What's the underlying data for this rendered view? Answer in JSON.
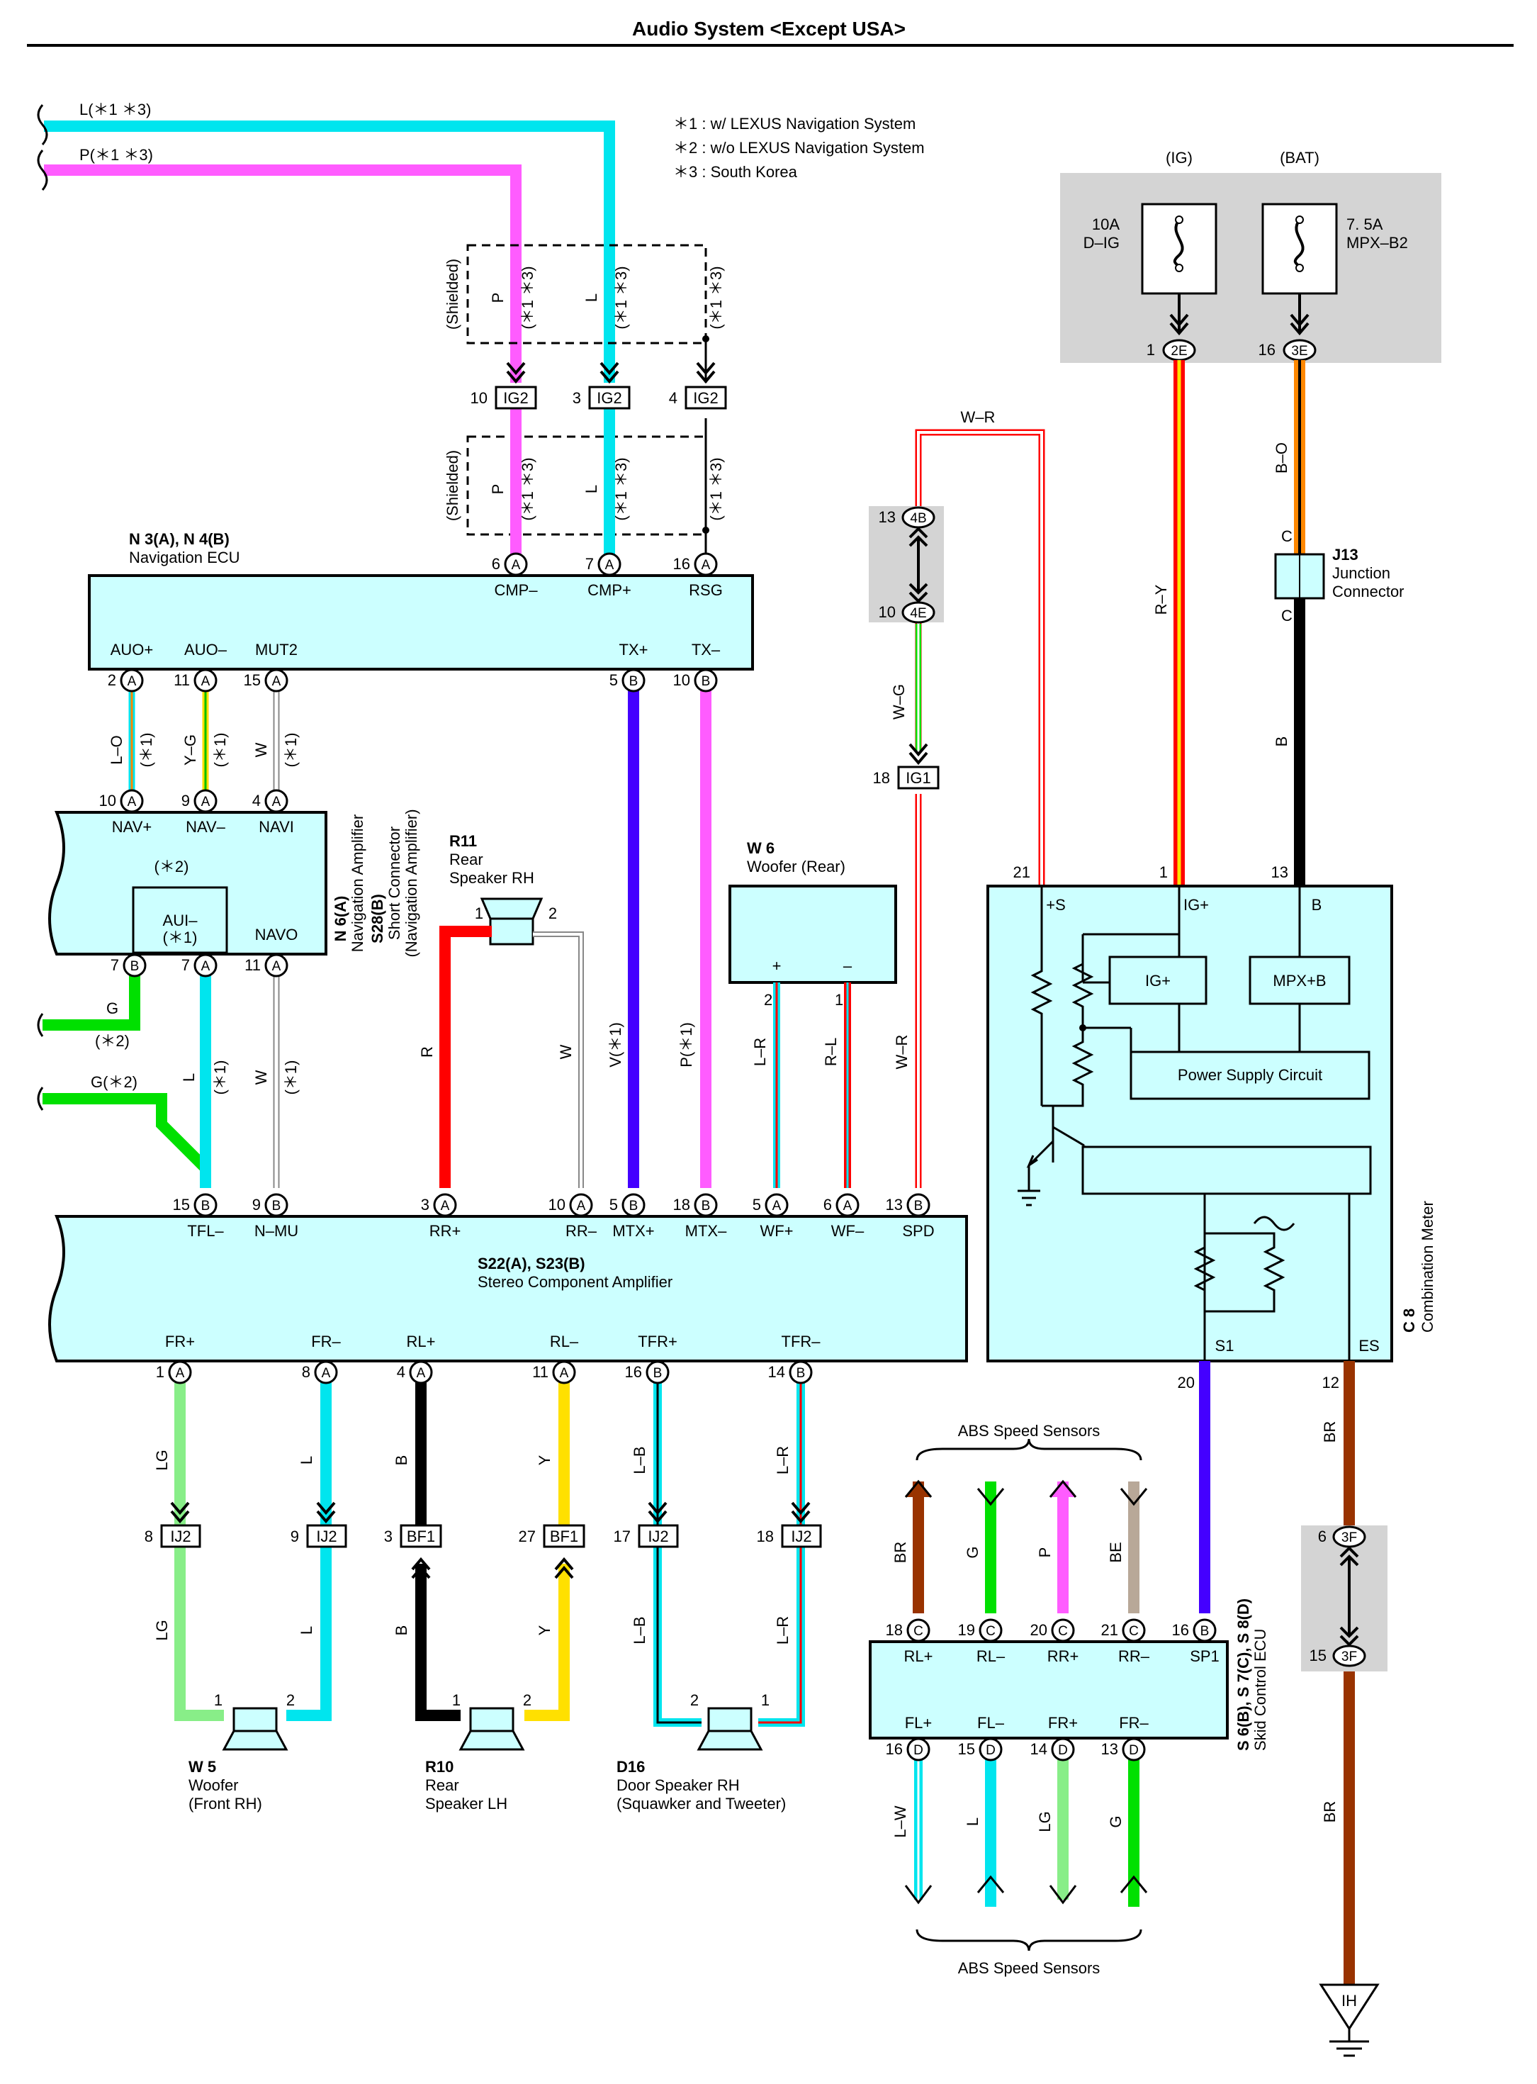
{
  "title": "Audio System <Except USA>",
  "notes": [
    "＊1 : w/ LEXUS Navigation System",
    "＊2 : w/o LEXUS Navigation System",
    "＊3 : South Korea"
  ],
  "wires_top": {
    "l": "L(＊1 ＊3)",
    "p": "P(＊1 ＊3)"
  },
  "shielded": "(Shielded)",
  "star13": "(＊1 ＊3)",
  "star1": "(＊1)",
  "star2": "(＊2)",
  "wire_colors": {
    "p": "P",
    "l": "L",
    "lo": "L–O",
    "yg": "Y–G",
    "w": "W",
    "g": "G",
    "g2": "G(＊2)",
    "r": "R",
    "v1": "V(＊1)",
    "p1": "P(＊1)",
    "lr": "L–R",
    "rl": "R–L",
    "wr": "W–R",
    "wg": "W–G",
    "ry": "R–Y",
    "bo": "B–O",
    "b": "B",
    "br": "BR",
    "lg": "LG",
    "y": "Y",
    "lb": "L–B",
    "be": "BE",
    "lw": "L–W"
  },
  "ig2": {
    "label": "IG2",
    "pins": [
      "10",
      "3",
      "4"
    ]
  },
  "ig1": {
    "label": "IG1",
    "pin": "18"
  },
  "nav_ecu": {
    "code": "N 3(A), N 4(B)",
    "name": "Navigation ECU",
    "top_terms": [
      {
        "pin": "6",
        "conn": "A",
        "label": "CMP–"
      },
      {
        "pin": "7",
        "conn": "A",
        "label": "CMP+"
      },
      {
        "pin": "16",
        "conn": "A",
        "label": "RSG"
      }
    ],
    "bottom_terms": [
      {
        "pin": "2",
        "conn": "A",
        "label": "AUO+"
      },
      {
        "pin": "11",
        "conn": "A",
        "label": "AUO–"
      },
      {
        "pin": "15",
        "conn": "A",
        "label": "MUT2"
      },
      {
        "pin": "5",
        "conn": "B",
        "label": "TX+"
      },
      {
        "pin": "10",
        "conn": "B",
        "label": "TX–"
      }
    ]
  },
  "nav_amp": {
    "code": "N 6(A)",
    "name": "Navigation Amplifier",
    "code2": "S28(B)",
    "name2": "Short Connector",
    "name2b": "(Navigation Amplifier)",
    "top_terms": [
      {
        "pin": "10",
        "conn": "A",
        "label": "NAV+"
      },
      {
        "pin": "9",
        "conn": "A",
        "label": "NAV–"
      },
      {
        "pin": "4",
        "conn": "A",
        "label": "NAVI"
      }
    ],
    "inner": {
      "star": "(＊2)",
      "label": "AUI–",
      "star1": "(＊1)"
    },
    "bottom_terms": [
      {
        "pin": "7",
        "conn": "B"
      },
      {
        "pin": "7",
        "conn": "A"
      },
      {
        "pin": "11",
        "conn": "A",
        "label": "NAVO"
      }
    ]
  },
  "r11": {
    "code": "R11",
    "name": "Rear",
    "name2": "Speaker RH",
    "pins": [
      "1",
      "2"
    ]
  },
  "w6": {
    "code": "W 6",
    "name": "Woofer (Rear)",
    "plus": "+",
    "minus": "–",
    "pins": [
      "2",
      "1"
    ]
  },
  "stereo_amp": {
    "code": "S22(A), S23(B)",
    "name": "Stereo Component Amplifier",
    "top_terms": [
      {
        "pin": "15",
        "conn": "B",
        "label": "TFL–"
      },
      {
        "pin": "9",
        "conn": "B",
        "label": "N–MU"
      },
      {
        "pin": "3",
        "conn": "A",
        "label": "RR+"
      },
      {
        "pin": "10",
        "conn": "A",
        "label": "RR–"
      },
      {
        "pin": "5",
        "conn": "B",
        "label": "MTX+"
      },
      {
        "pin": "18",
        "conn": "B",
        "label": "MTX–"
      },
      {
        "pin": "5",
        "conn": "A",
        "label": "WF+"
      },
      {
        "pin": "6",
        "conn": "A",
        "label": "WF–"
      },
      {
        "pin": "13",
        "conn": "B",
        "label": "SPD"
      }
    ],
    "bottom_terms": [
      {
        "pin": "1",
        "conn": "A",
        "label": "FR+"
      },
      {
        "pin": "8",
        "conn": "A",
        "label": "FR–"
      },
      {
        "pin": "4",
        "conn": "A",
        "label": "RL+"
      },
      {
        "pin": "11",
        "conn": "A",
        "label": "RL–"
      },
      {
        "pin": "16",
        "conn": "B",
        "label": "TFR+"
      },
      {
        "pin": "14",
        "conn": "B",
        "label": "TFR–"
      }
    ]
  },
  "ij2": {
    "label": "IJ2",
    "pins": [
      "8",
      "9",
      "17",
      "18"
    ]
  },
  "bf1": {
    "label": "BF1",
    "pins": [
      "3",
      "27"
    ]
  },
  "w5": {
    "code": "W 5",
    "name": "Woofer",
    "name2": "(Front RH)"
  },
  "r10": {
    "code": "R10",
    "name": "Rear",
    "name2": "Speaker LH"
  },
  "d16": {
    "code": "D16",
    "name": "Door Speaker RH",
    "name2": "(Squawker and Tweeter)"
  },
  "fuse_ig": {
    "head": "(IG)",
    "rating": "10A",
    "name": "D–IG",
    "pin": "1",
    "conn": "2E"
  },
  "fuse_bat": {
    "head": "(BAT)",
    "rating": "7. 5A",
    "name": "MPX–B2",
    "pin": "16",
    "conn": "3E"
  },
  "j13": {
    "code": "J13",
    "name": "Junction",
    "name2": "Connector",
    "pin": "C"
  },
  "conn_4b": {
    "pin": "13",
    "label": "4B"
  },
  "conn_4e": {
    "pin": "10",
    "label": "4E"
  },
  "conn_3f": {
    "pins": [
      "6",
      "15"
    ],
    "label": "3F"
  },
  "combo": {
    "code": "C 8",
    "name": "Combination Meter",
    "top_terms": [
      {
        "pin": "21",
        "label": "+S"
      },
      {
        "pin": "1",
        "label": "IG+"
      },
      {
        "pin": "13",
        "label": "B"
      }
    ],
    "ig_box": "IG+",
    "mpx_box": "MPX+B",
    "psc": "Power Supply Circuit",
    "bottom_terms": [
      {
        "pin": "20",
        "label": "S1"
      },
      {
        "pin": "12",
        "label": "ES"
      }
    ]
  },
  "abs_label": "ABS Speed Sensors",
  "skid": {
    "code": "S 6(B), S 7(C), S 8(D)",
    "name": "Skid Control ECU",
    "top_terms": [
      {
        "pin": "18",
        "conn": "C",
        "label": "RL+"
      },
      {
        "pin": "19",
        "conn": "C",
        "label": "RL–"
      },
      {
        "pin": "20",
        "conn": "C",
        "label": "RR+"
      },
      {
        "pin": "21",
        "conn": "C",
        "label": "RR–"
      },
      {
        "pin": "16",
        "conn": "B",
        "label": "SP1"
      }
    ],
    "bottom_terms": [
      {
        "pin": "16",
        "conn": "D",
        "label": "FL+"
      },
      {
        "pin": "15",
        "conn": "D",
        "label": "FL–"
      },
      {
        "pin": "14",
        "conn": "D",
        "label": "FR+"
      },
      {
        "pin": "13",
        "conn": "D",
        "label": "FR–"
      }
    ]
  },
  "ground": "IH",
  "colors": {
    "cyan": "#00e5ee",
    "magenta": "#ff5cff",
    "box": "#ccffff",
    "grey": "#d4d4d4",
    "red": "#ff0000",
    "blue": "#4400ff",
    "green": "#00e000",
    "lgreen": "#88ee88",
    "yellow": "#ffe000",
    "brown": "#993300",
    "orange": "#ff8800",
    "beige": "#b8a898"
  }
}
